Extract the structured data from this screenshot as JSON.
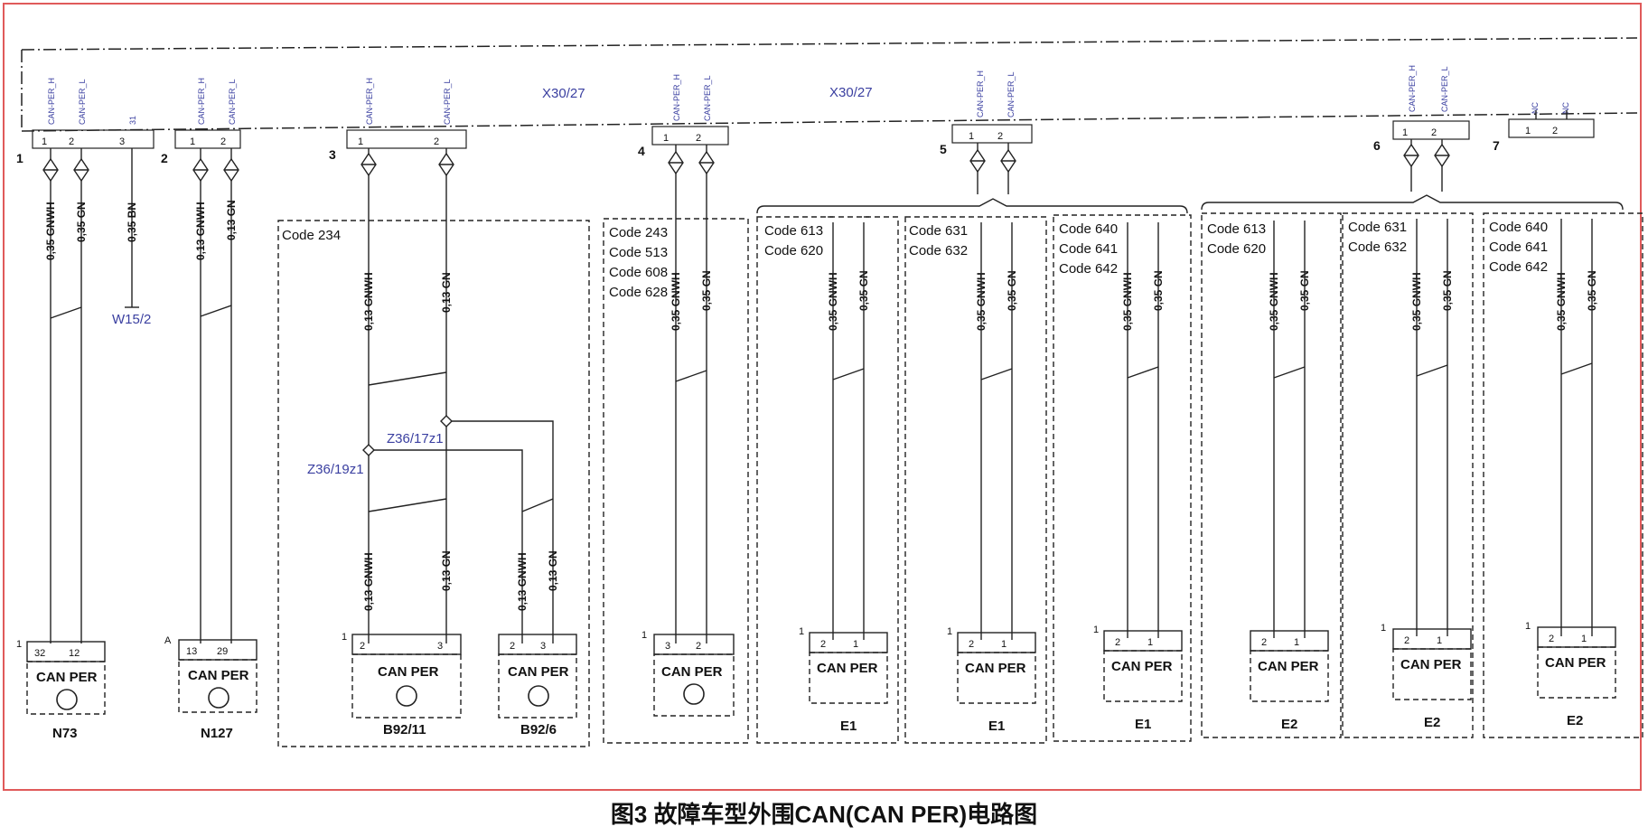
{
  "caption": "图3 故障车型外围CAN(CAN PER)电路图",
  "colors": {
    "frame": "#e05a5a",
    "line": "#222222",
    "label_blue": "#3a3fa0"
  },
  "bus": {
    "label_1": "X30/27",
    "label_2": "X30/27"
  },
  "connector_numbers": [
    "1",
    "2",
    "3",
    "4",
    "5",
    "6",
    "7"
  ],
  "pin_labels": {
    "can_h": "CAN-PER_H",
    "can_l": "CAN-PER_L",
    "pin31": "31",
    "nc": "NC"
  },
  "pin_numbers": {
    "one": "1",
    "two": "2",
    "three": "3",
    "twelve": "12",
    "thirteen": "13",
    "twentynine": "29",
    "thirtytwo": "32"
  },
  "wires": {
    "w035gnwh": "0,35 GNWH",
    "w035gn": "0,35 GN",
    "w035bn": "0,35 BN",
    "w013gnwh": "0,13 GNWH",
    "w013gn": "0,13 GN"
  },
  "w15": "W15/2",
  "splices": {
    "z17": "Z36/17z1",
    "z19": "Z36/19z1"
  },
  "codes": {
    "c234": "Code 234",
    "c243": "Code 243",
    "c513": "Code 513",
    "c608": "Code 608",
    "c628": "Code 628",
    "c613": "Code 613",
    "c620": "Code 620",
    "c631": "Code 631",
    "c632": "Code 632",
    "c640": "Code 640",
    "c641": "Code 641",
    "c642": "Code 642"
  },
  "component_label": "CAN PER",
  "devices": {
    "n73": "N73",
    "n127": "N127",
    "b9211": "B92/11",
    "b926": "B92/6",
    "e1": "E1",
    "e2": "E2"
  },
  "device_markers": {
    "one": "1",
    "a": "A"
  }
}
